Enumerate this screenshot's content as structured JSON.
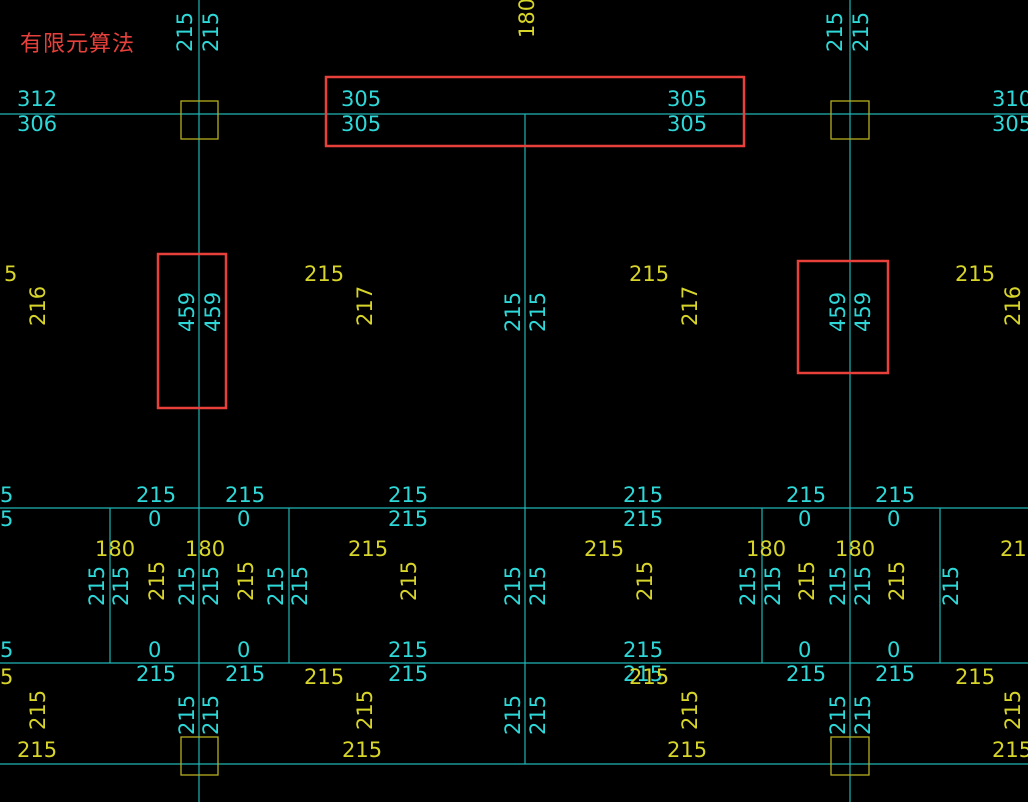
{
  "title": "有限元算法",
  "colors": {
    "background": "#000000",
    "grid_line": "#1fb5b5",
    "cyan_text": "#2fd8d8",
    "yellow_text": "#d8d52a",
    "column_box": "#b5ae1f",
    "highlight_box": "#e8413c",
    "title_text": "#e8413c"
  },
  "labels": {
    "top_left_col_a": "215",
    "top_left_col_b": "215",
    "top_mid_v": "180",
    "top_mid_top_partial": "180",
    "top_right_col_a": "215",
    "top_right_col_b": "215",
    "beam_left_top": "312",
    "beam_left_bot": "306",
    "beam_mid_tl": "305",
    "beam_mid_bl": "305",
    "beam_mid_tr": "305",
    "beam_mid_br": "305",
    "beam_right_top": "310",
    "beam_right_bot": "305",
    "mid_left_edge": "5",
    "mid_left_216": "216",
    "mid_col_l_a": "459",
    "mid_col_l_b": "459",
    "mid_215_a": "215",
    "mid_217_a": "217",
    "mid_center_a": "215",
    "mid_center_b": "215",
    "mid_215_b": "215",
    "mid_217_b": "217",
    "mid_col_r_a": "459",
    "mid_col_r_b": "459",
    "mid_215_c": "215",
    "mid_right_216": "216",
    "row1_edge_a": "5",
    "row1_edge_b": "5",
    "row1_l1": "215",
    "row1_l1b": "0",
    "row1_l2": "215",
    "row1_l2b": "0",
    "row1_c1": "215",
    "row1_c1b": "215",
    "row1_c2": "215",
    "row1_c2b": "215",
    "row1_r1": "215",
    "row1_r1b": "0",
    "row1_r2": "215",
    "row1_r2b": "0",
    "row2_180_a": "180",
    "row2_180_b": "180",
    "row2_215_a": "215",
    "row2_215_b": "215",
    "row2_180_c": "180",
    "row2_180_d": "180",
    "row2_right_partial": "21",
    "v1": "215",
    "v2": "215",
    "v3": "215",
    "v4": "215",
    "v5": "215",
    "v6": "215",
    "v7": "215",
    "v8": "215",
    "v9": "215",
    "v10": "215",
    "v11": "215",
    "v12": "215",
    "v13": "215",
    "v14": "215",
    "v15": "215",
    "v16": "215",
    "v17": "215",
    "v18": "215",
    "v19": "215",
    "row3_edge": "5",
    "row3_0a": "0",
    "row3_0b": "0",
    "row3_c1": "215",
    "row3_c2": "215",
    "row3_0c": "0",
    "row3_0d": "0",
    "row4_edge": "5",
    "row4_l1": "215",
    "row4_l2": "215",
    "row4_m1": "215",
    "row4_m2": "215",
    "row4_c1": "215",
    "row4_c2": "215",
    "row4_r1": "215",
    "row4_r2": "215",
    "row4_r3": "215",
    "bot_215_a": "215",
    "bot_col_l_a": "215",
    "bot_col_l_b": "215",
    "bot_215_b": "215",
    "bot_center_a": "215",
    "bot_center_b": "215",
    "bot_215_c": "215",
    "bot_col_r_a": "215",
    "bot_col_r_b": "215",
    "bot_right": "215",
    "base_1": "215",
    "base_2": "215",
    "base_3": "215",
    "base_4": "215"
  }
}
